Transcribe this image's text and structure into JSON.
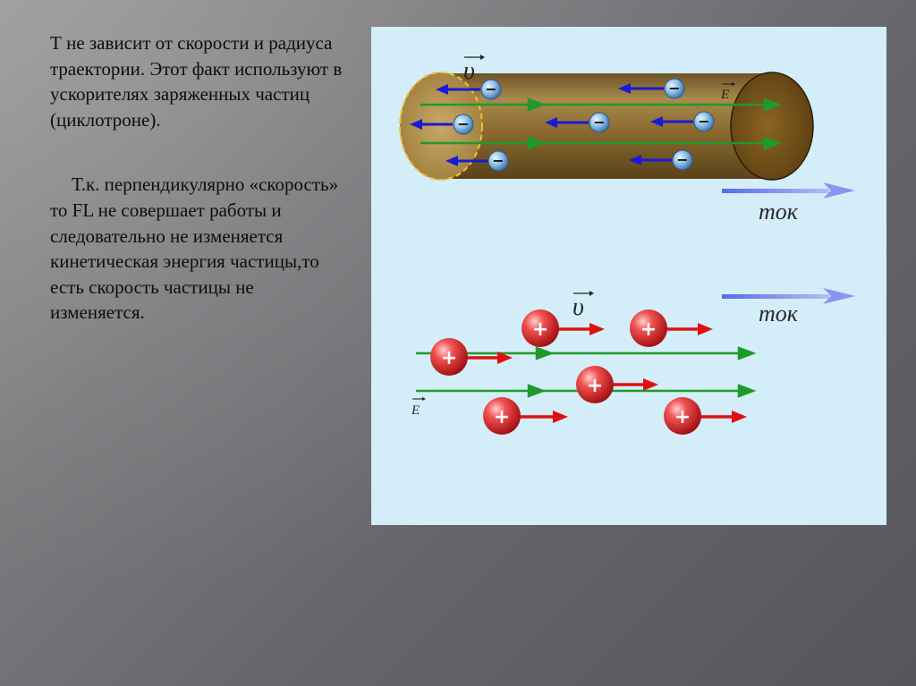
{
  "slide": {
    "paragraph1": "Т не зависит от скорости и радиуса траектории. Этот факт используют в ускорителях заряженных частиц (циклотроне).",
    "paragraph2": "Т.к.  перпендикулярно «скорость» то FL не совершает работы  и следовательно не изменяется кинетическая энергия  частицы,то есть скорость частицы не изменяется."
  },
  "figure": {
    "velocity_label": "υ",
    "field_label": "E",
    "current_label": "ток",
    "negative_sign": "−",
    "positive_sign": "+",
    "colors": {
      "background": "#d3eef9",
      "conductor": "#8a6a2f",
      "field_line": "#1f9a2a",
      "electron_arrow": "#1a1ad6",
      "proton_arrow": "#e01010",
      "current_arrow": "#7a86ee",
      "electron": "#6ea8d8",
      "proton": "#e03030"
    }
  }
}
